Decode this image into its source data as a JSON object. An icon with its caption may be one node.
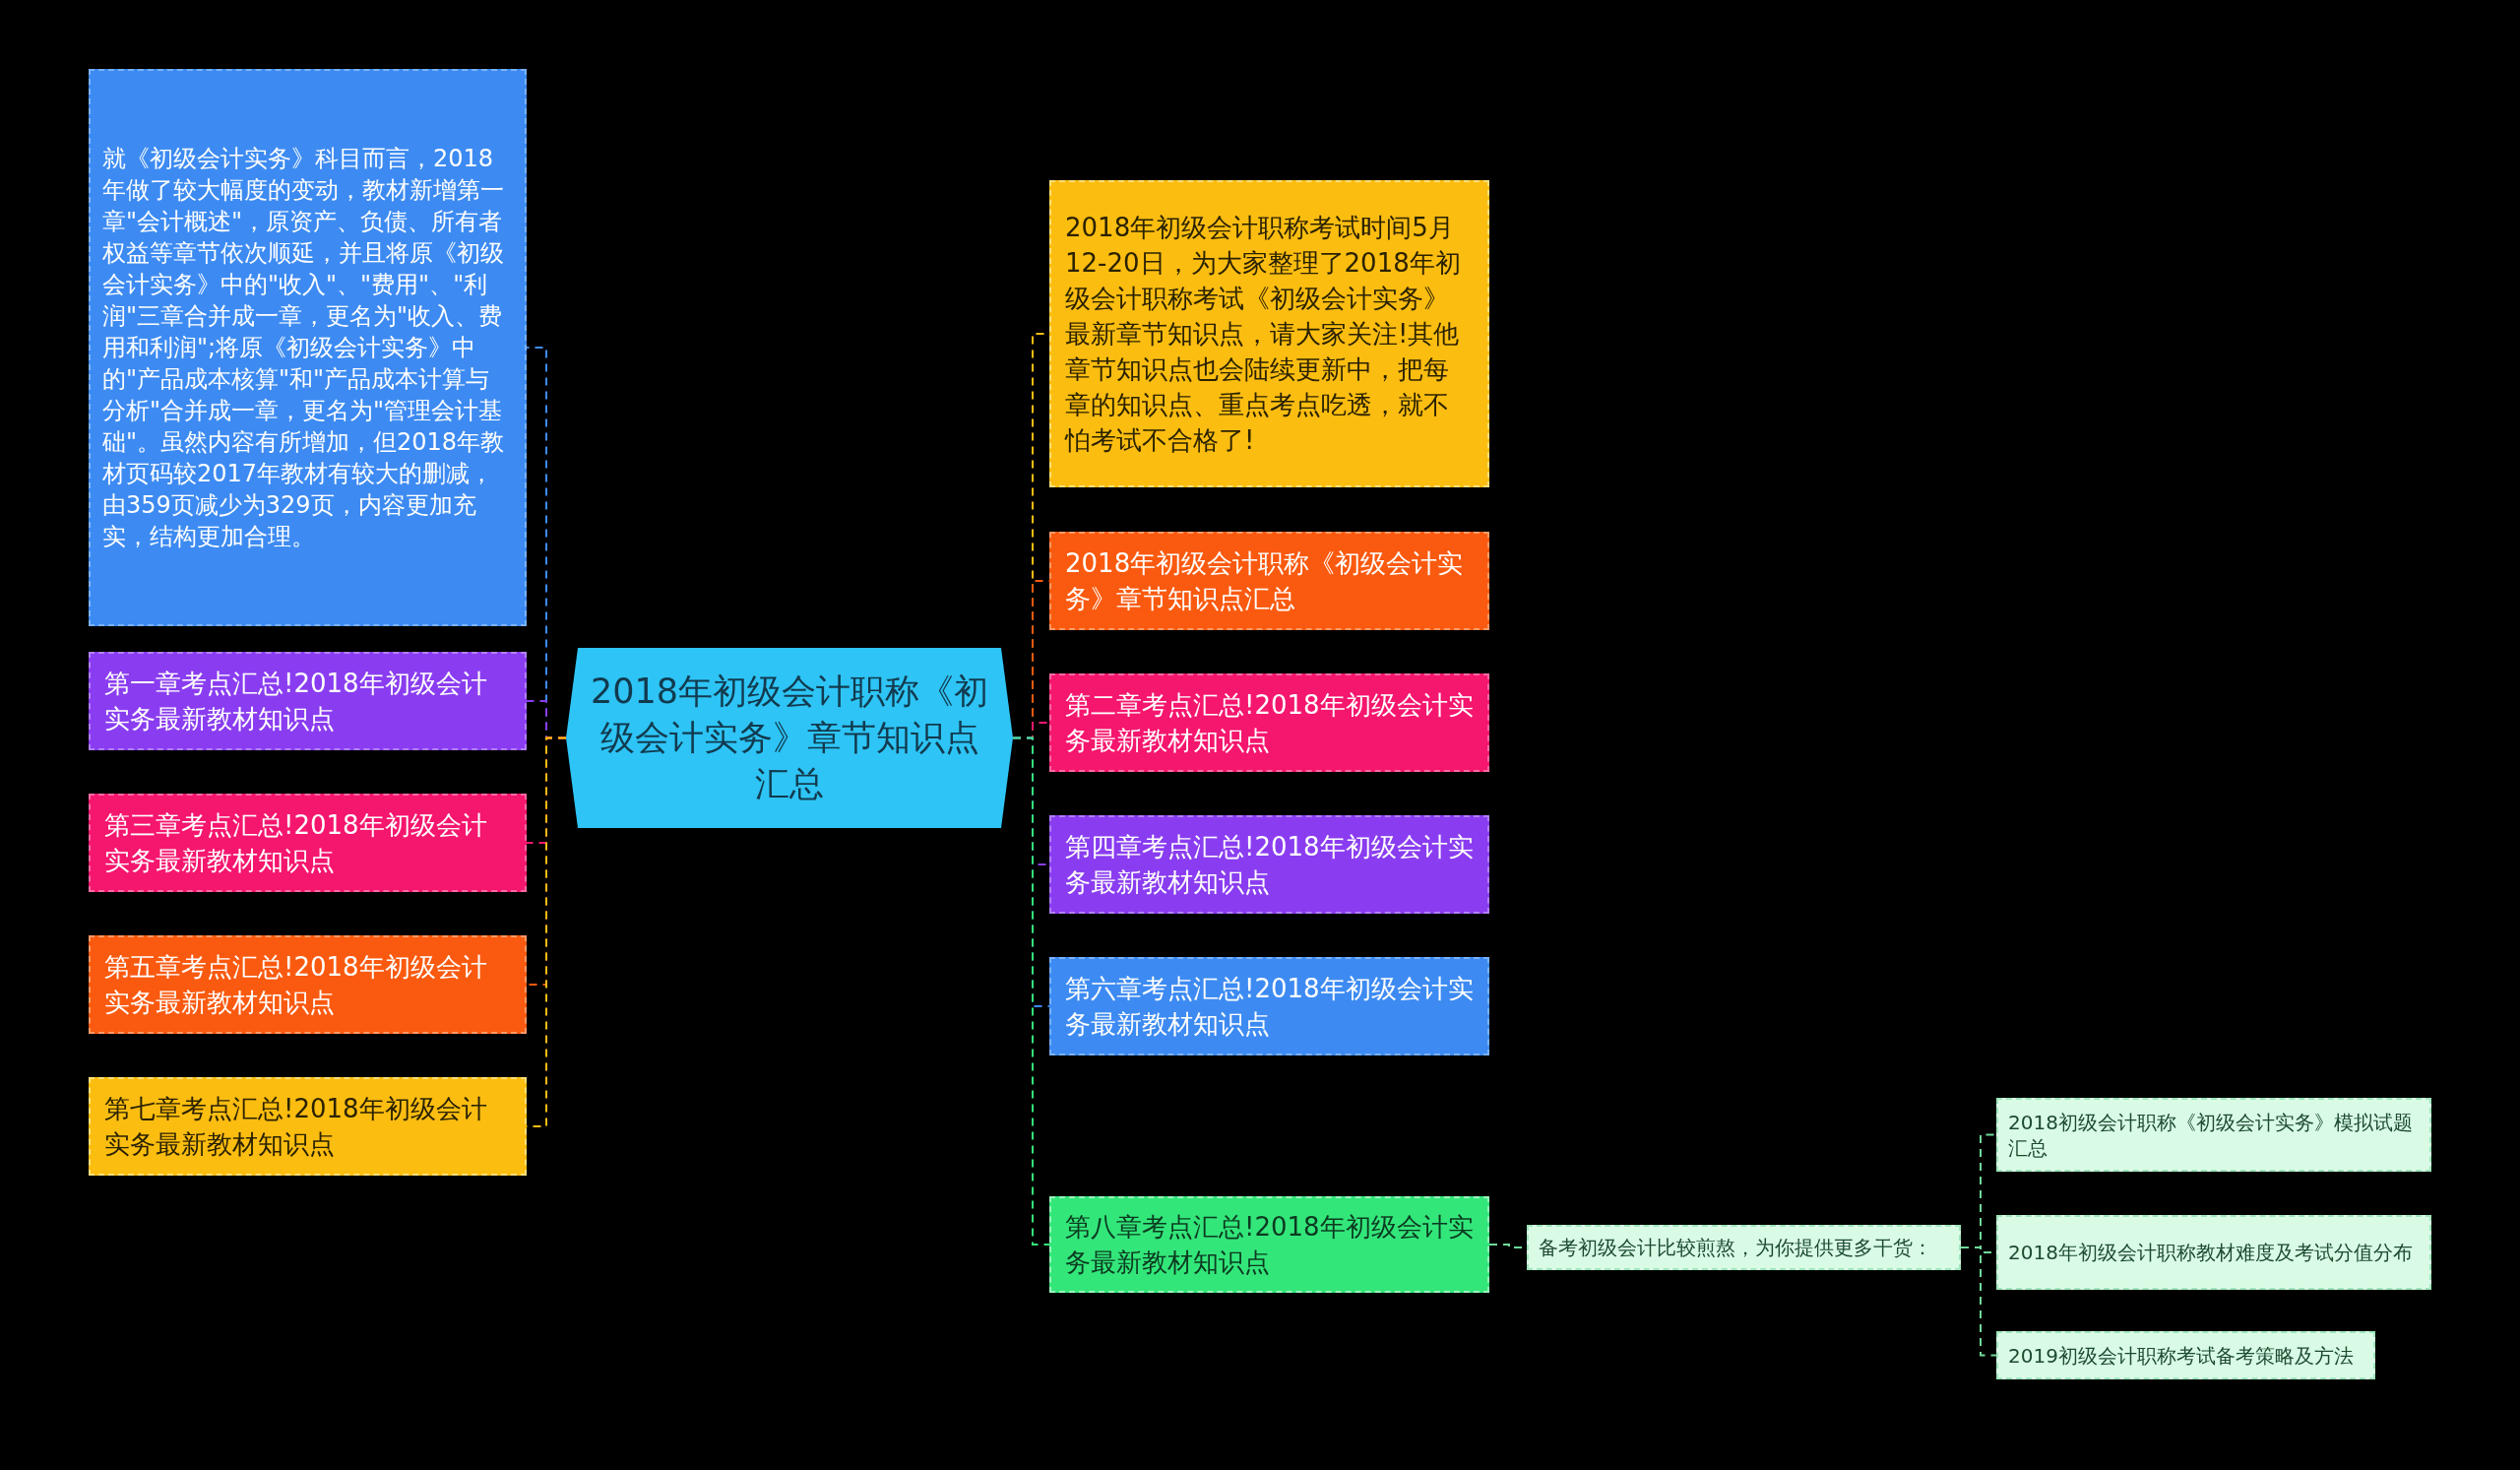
{
  "diagram": {
    "nodes": [
      {
        "text": [
          "2018年初级会计职称《初级会计实务》章节知识点汇总"
        ]
      },
      {
        "text": [
          "就《初级会计实务》科目而言，2018年做了较大幅度的变动，教材新增第一章\"会计概述\"，原资产、负债、所有者权益等章节依次顺延，并且将原《初级会计实务》中的\"收入\"、\"费用\"、\"利润\"三章合并成一章，更名为\"收入、费用和利润\";将原《初级会计实务》中的\"产品成本核算\"和\"产品成本计算与分析\"合并成一章，更名为\"管理会计基础\"。虽然内容有所增加，但2018年教材页码较2017年教材有较大的删减，由359页减少为329页，内容更加充实，结构更加合理。"
        ]
      },
      {
        "text": [
          "第一章考点汇总!2018年初级会计实务最新教材知识点"
        ]
      },
      {
        "text": [
          "第三章考点汇总!2018年初级会计实务最新教材知识点"
        ]
      },
      {
        "text": [
          "第五章考点汇总!2018年初级会计实务最新教材知识点"
        ]
      },
      {
        "text": [
          "第七章考点汇总!2018年初级会计实务最新教材知识点"
        ]
      },
      {
        "text": [
          "2018年初级会计职称考试时间5月12-20日，为大家整理了2018年初级会计职称考试《初级会计实务》最新章节知识点，请大家关注!其他章节知识点也会陆续更新中，把每章的知识点、重点考点吃透，就不怕考试不合格了!"
        ]
      },
      {
        "text": [
          "2018年初级会计职称《初级会计实务》章节知识点汇总"
        ]
      },
      {
        "text": [
          "第二章考点汇总!2018年初级会计实务最新教材知识点"
        ]
      },
      {
        "text": [
          "第四章考点汇总!2018年初级会计实务最新教材知识点"
        ]
      },
      {
        "text": [
          "第六章考点汇总!2018年初级会计实务最新教材知识点"
        ]
      },
      {
        "text": [
          "第八章考点汇总!2018年初级会计实务最新教材知识点"
        ]
      },
      {
        "text": [
          "备考初级会计比较煎熬，为你提供更多干货："
        ]
      },
      {
        "text": [
          "2018初级会计职称《初级会计实务》模拟试题汇总"
        ]
      },
      {
        "text": [
          "2018年初级会计职称教材难度及考试分值分布"
        ]
      },
      {
        "text": [
          "2019初级会计职称考试备考策略及方法"
        ]
      }
    ],
    "edges": [
      {
        "from": 0,
        "to": 1,
        "arrow": "none",
        "style": "dashed",
        "color": "#3d8bf2"
      },
      {
        "from": 0,
        "to": 2,
        "arrow": "none",
        "style": "dashed",
        "color": "#8a3df0"
      },
      {
        "from": 0,
        "to": 3,
        "arrow": "none",
        "style": "dashed",
        "color": "#f5166e"
      },
      {
        "from": 0,
        "to": 4,
        "arrow": "none",
        "style": "dashed",
        "color": "#fa5a0f"
      },
      {
        "from": 0,
        "to": 5,
        "arrow": "none",
        "style": "dashed",
        "color": "#fcbd11"
      },
      {
        "from": 0,
        "to": 6,
        "arrow": "none",
        "style": "dashed",
        "color": "#fcbd11"
      },
      {
        "from": 0,
        "to": 7,
        "arrow": "none",
        "style": "dashed",
        "color": "#fa5a0f"
      },
      {
        "from": 0,
        "to": 8,
        "arrow": "none",
        "style": "dashed",
        "color": "#f5166e"
      },
      {
        "from": 0,
        "to": 9,
        "arrow": "none",
        "style": "dashed",
        "color": "#8a3df0"
      },
      {
        "from": 0,
        "to": 10,
        "arrow": "none",
        "style": "dashed",
        "color": "#3d8bf2"
      },
      {
        "from": 0,
        "to": 11,
        "arrow": "none",
        "style": "dashed",
        "color": "#33e67a"
      },
      {
        "from": 11,
        "to": 12,
        "arrow": "none",
        "style": "dashed",
        "color": "#6fd99a"
      },
      {
        "from": 12,
        "to": 13,
        "arrow": "none",
        "style": "dashed",
        "color": "#6fd99a"
      },
      {
        "from": 12,
        "to": 14,
        "arrow": "none",
        "style": "dashed",
        "color": "#6fd99a"
      },
      {
        "from": 12,
        "to": 15,
        "arrow": "none",
        "style": "dashed",
        "color": "#6fd99a"
      }
    ]
  }
}
